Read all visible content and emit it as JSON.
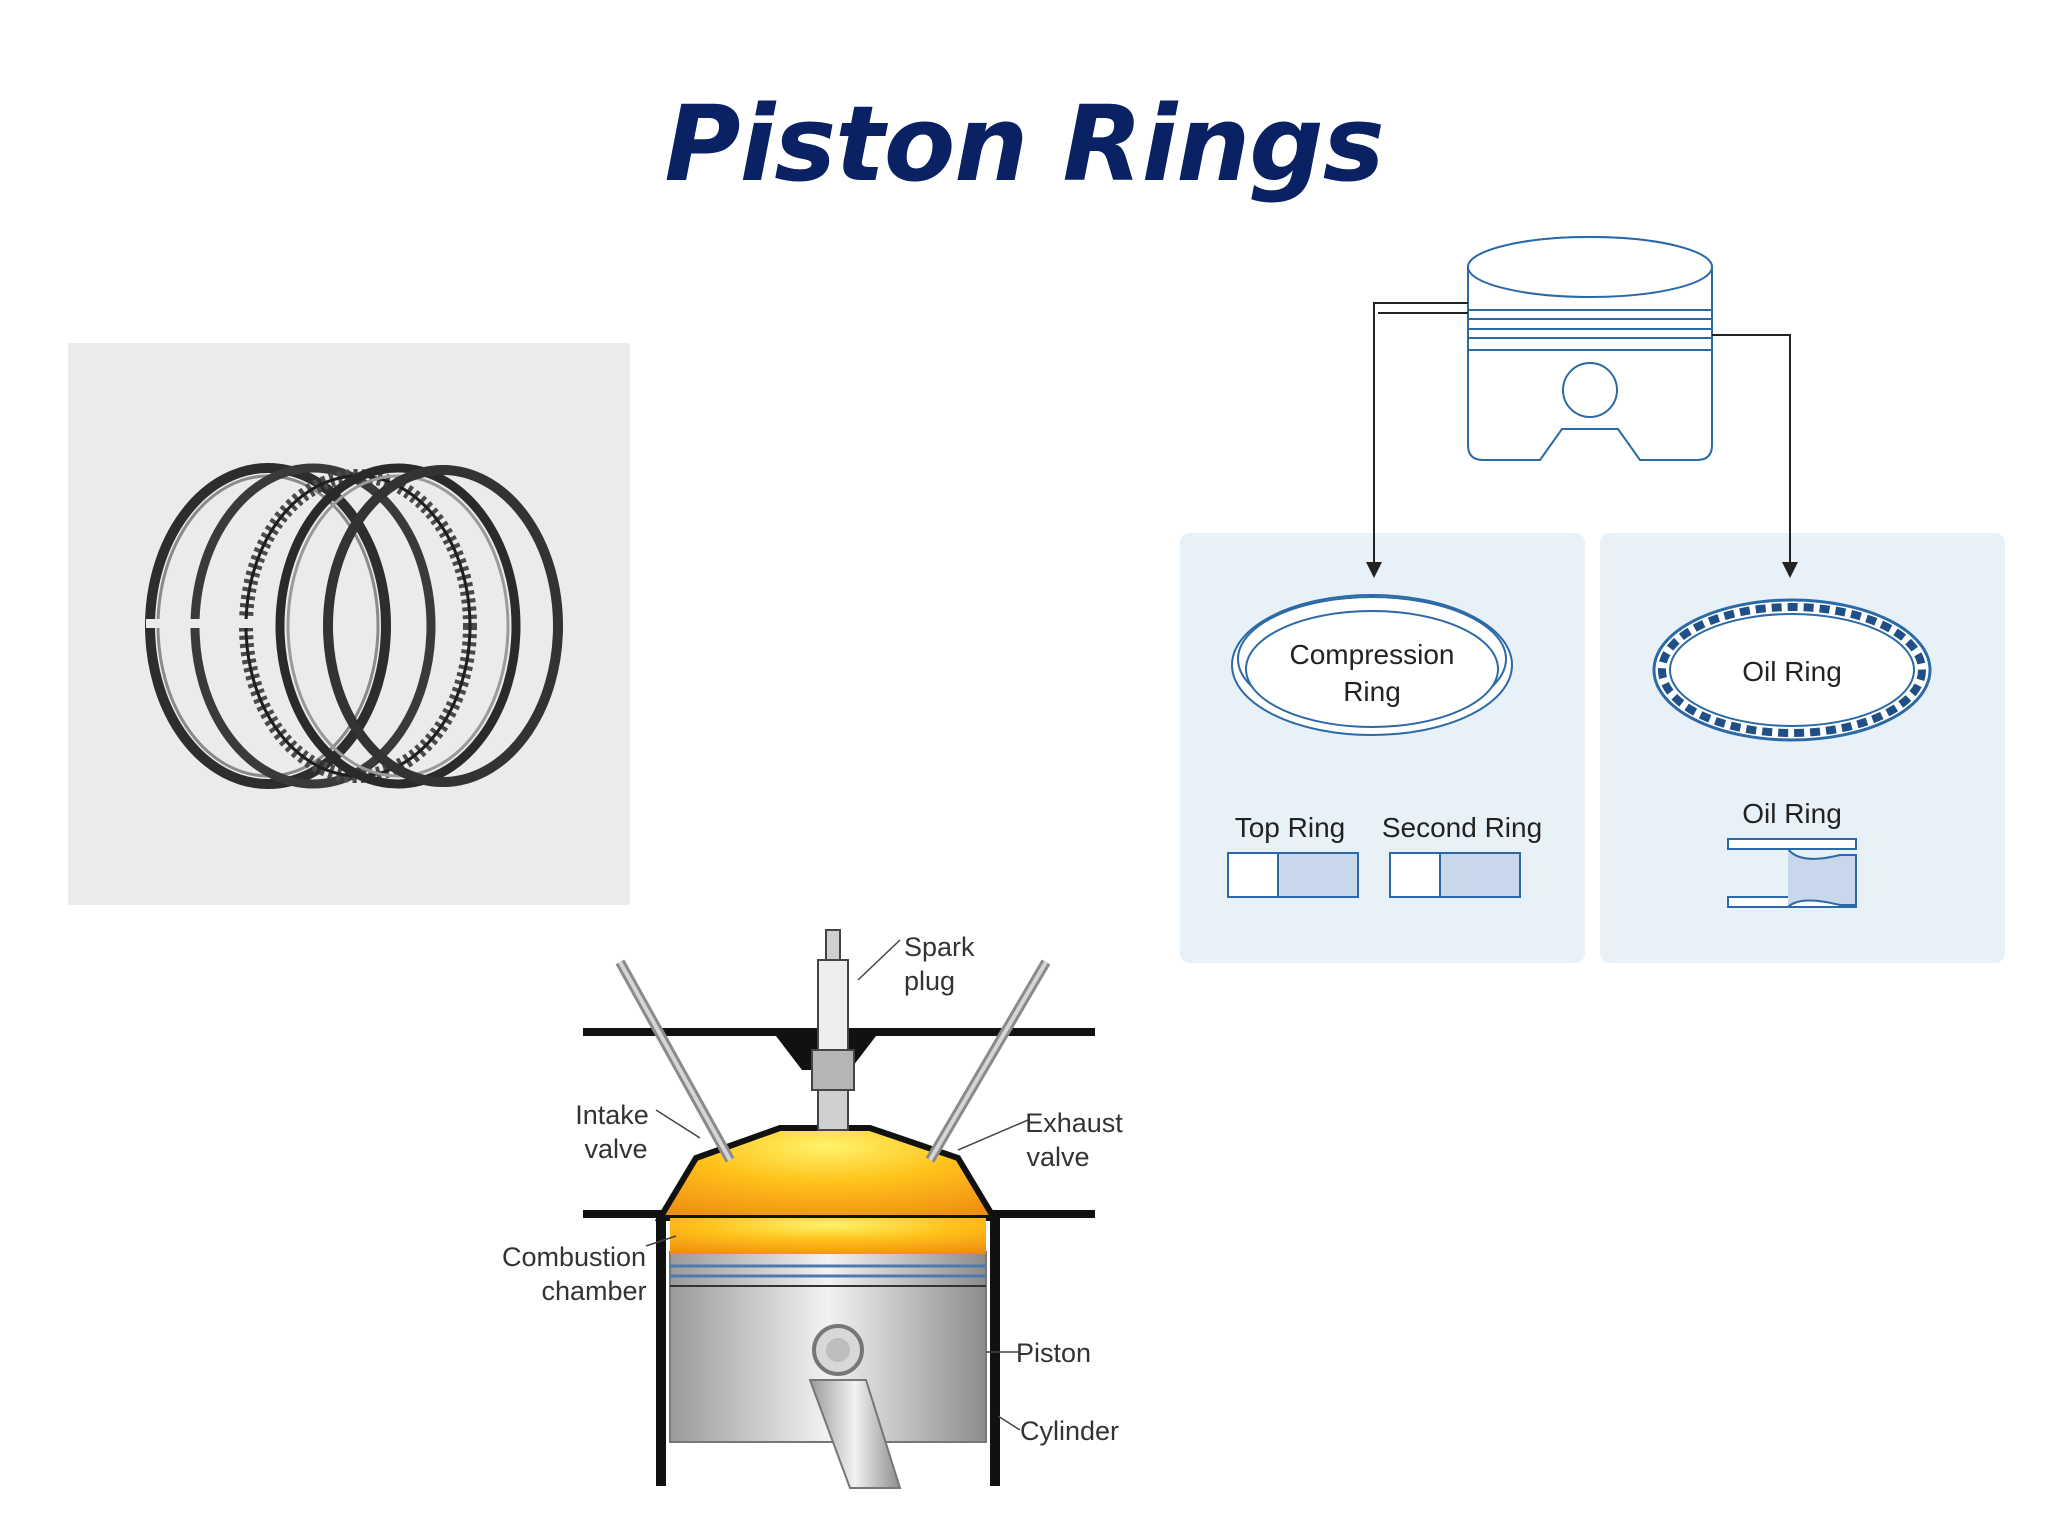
{
  "slide": {
    "title": "Piston Rings"
  },
  "piston_diagram": {
    "compression_ring_label_line1": "Compression",
    "compression_ring_label_line2": "Ring",
    "oil_ring_label": "Oil Ring",
    "top_ring_label": "Top Ring",
    "second_ring_label": "Second Ring",
    "oil_ring_section_label": "Oil Ring",
    "colors": {
      "panel": "#e9f1f8",
      "stroke": "#2b6aa6",
      "accent": "#1f4f86"
    }
  },
  "engine_diagram": {
    "spark_plug_line1": "Spark",
    "spark_plug_line2": "plug",
    "intake_valve_line1": "Intake",
    "intake_valve_line2": "valve",
    "exhaust_valve_line1": "Exhaust",
    "exhaust_valve_line2": "valve",
    "combustion_chamber_line1": "Combustion",
    "combustion_chamber_line2": "chamber",
    "piston_label": "Piston",
    "cylinder_label": "Cylinder"
  }
}
